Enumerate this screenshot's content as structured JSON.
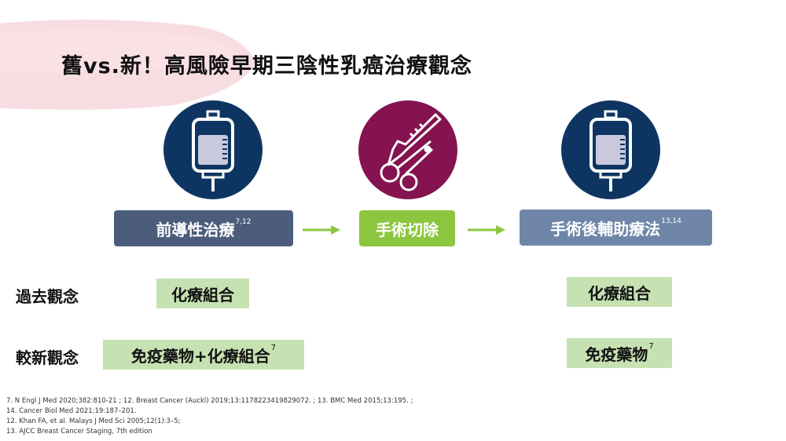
{
  "title": "舊vs.新！高風險早期三陰性乳癌治療觀念",
  "icons": {
    "left": "iv-bag-icon",
    "middle": "surgical-tools-icon",
    "right": "iv-bag-icon"
  },
  "colors": {
    "navy_circle": "#0e3561",
    "purple_circle": "#84134f",
    "neoadjuvant_box": "#4c5d7c",
    "surgery_box": "#8cc63f",
    "adjuvant_box": "#6f86a8",
    "arrow": "#8cc63f",
    "green_box": "#c6e2b3"
  },
  "steps": {
    "neoadjuvant": {
      "label": "前導性治療",
      "ref": "7,12"
    },
    "surgery": {
      "label": "手術切除"
    },
    "adjuvant": {
      "label": "手術後輔助療法",
      "ref": "13,14"
    }
  },
  "rows": {
    "old": {
      "label": "過去觀念",
      "neoadjuvant": "化療組合",
      "adjuvant": "化療組合"
    },
    "new": {
      "label": "較新觀念",
      "neoadjuvant": "免疫藥物+化療組合",
      "neoadjuvant_ref": "7",
      "adjuvant": "免疫藥物",
      "adjuvant_ref": "7"
    }
  },
  "references": [
    "7. N Engl J Med 2020;382:810-21 ; 12. Breast Cancer (Auckl) 2019;13:1178223419829072. ; 13. BMC Med 2015;13:195. ;",
    "14. Cancer Biol Med 2021;19:187–201.",
    "12. Khan FA, et al. Malays J Med Sci 2005;12(1):3–5;",
    "13. AJCC Breast Cancer Staging, 7th edition"
  ]
}
